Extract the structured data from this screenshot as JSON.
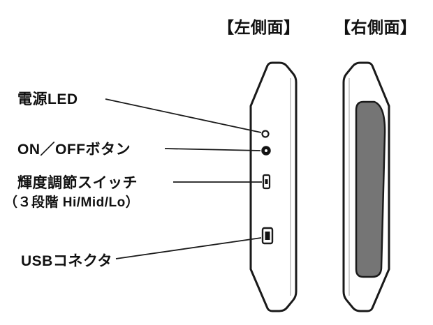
{
  "diagram": {
    "titles": {
      "left_view": "【左側面】",
      "right_view": "【右側面】"
    },
    "labels": {
      "power_led": "電源LED",
      "on_off_button": "ON／OFFボタン",
      "brightness_switch": "輝度調節スイッチ",
      "brightness_switch_sub": "（３段階 Hi/Mid/Lo）",
      "usb_connector": "USBコネクタ"
    },
    "colors": {
      "outline": "#1a1a1a",
      "body_fill": "#ffffff",
      "recess_fill": "#757575",
      "background": "#ffffff"
    }
  }
}
